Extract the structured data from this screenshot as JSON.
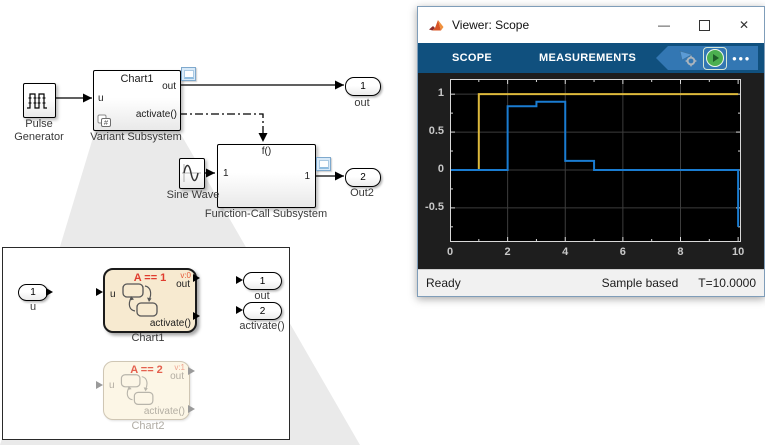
{
  "diagram": {
    "pulse_generator": {
      "label": "Pulse Generator"
    },
    "variant_subsystem": {
      "title": "Chart1",
      "port_in": "u",
      "port_out": "out",
      "port_activate": "activate()",
      "label": "Variant Subsystem"
    },
    "outport1": {
      "number": "1",
      "label": "out"
    },
    "sine_wave": {
      "label": "Sine Wave"
    },
    "function_call_subsystem": {
      "port_trigger": "f()",
      "port_in": "1",
      "port_out": "1",
      "label": "Function-Call Subsystem"
    },
    "outport2": {
      "number": "2",
      "label": "Out2"
    },
    "expanded": {
      "inport": {
        "number": "1",
        "label": "u"
      },
      "chart1": {
        "condition": "A == 1",
        "variant": "v:0",
        "port_in": "u",
        "port_out": "out",
        "port_activate": "activate()",
        "label": "Chart1"
      },
      "chart2": {
        "condition": "A == 2",
        "variant": "v:1",
        "port_in": "u",
        "port_out": "out",
        "port_activate": "activate()",
        "label": "Chart2"
      },
      "outport_out": {
        "number": "1",
        "label": "out"
      },
      "outport_activate": {
        "number": "2",
        "label": "activate()"
      }
    }
  },
  "scope_window": {
    "title": "Viewer: Scope",
    "icons": {
      "minimize": "—",
      "close": "✕",
      "more": "●●●"
    },
    "tabs": [
      "SCOPE",
      "MEASUREMENTS"
    ],
    "status": {
      "ready": "Ready",
      "sample": "Sample based",
      "time": "T=10.0000"
    }
  },
  "chart_data": {
    "type": "line",
    "title": "",
    "xlabel": "",
    "ylabel": "",
    "xlim": [
      0,
      10.1
    ],
    "ylim": [
      -0.95,
      1.2
    ],
    "xticks": [
      0,
      2,
      4,
      6,
      8,
      10
    ],
    "yticks": [
      -0.5,
      0,
      0.5,
      1
    ],
    "minor_x_tick_step": 1,
    "minor_y_tick_step": 0.25,
    "grid": true,
    "legend": "none",
    "background": "#000000",
    "grid_color": "#3d3d3d",
    "axis_color": "#d9d9d9",
    "label_color": "#c8c8c8",
    "series": [
      {
        "name": "yellow-signal",
        "color": "#ddb93c",
        "width": 2,
        "points": [
          [
            0,
            0
          ],
          [
            1,
            0
          ],
          [
            1,
            1
          ],
          [
            10,
            1
          ]
        ]
      },
      {
        "name": "blue-signal",
        "color": "#1a7cd1",
        "width": 2,
        "points": [
          [
            0,
            0
          ],
          [
            2,
            0
          ],
          [
            2,
            0.84
          ],
          [
            3,
            0.84
          ],
          [
            3,
            0.9
          ],
          [
            4,
            0.9
          ],
          [
            4,
            0.12
          ],
          [
            5,
            0.12
          ],
          [
            5,
            0
          ],
          [
            10,
            0
          ],
          [
            10,
            -0.75
          ]
        ]
      }
    ]
  }
}
